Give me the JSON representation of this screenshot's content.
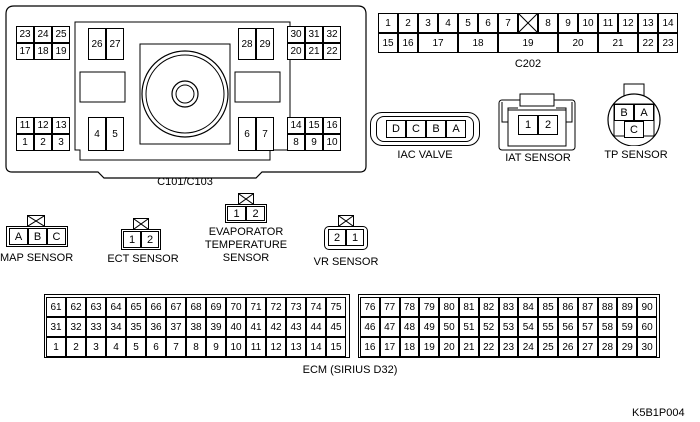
{
  "connectors": {
    "c101_label": "C101/C103",
    "c202_label": "C202",
    "iac_label": "IAC VALVE",
    "iat_label": "IAT SENSOR",
    "tp_label": "TP SENSOR",
    "map_label": "MAP SENSOR",
    "ect_label": "ECT SENSOR",
    "evap_label": "EVAPORATOR\nTEMPERATURE\nSENSOR",
    "vr_label": "VR SENSOR",
    "ecm_label": "ECM (SIRIUS D32)",
    "figure_id": "K5B1P004"
  },
  "c101": {
    "tl_top": [
      "23",
      "24",
      "25"
    ],
    "tl_bot": [
      "17",
      "18",
      "19"
    ],
    "top_mid_left": [
      "26",
      "27"
    ],
    "top_mid_right": [
      "28",
      "29"
    ],
    "tr_top": [
      "30",
      "31",
      "32"
    ],
    "tr_bot": [
      "20",
      "21",
      "22"
    ],
    "bl_top": [
      "11",
      "12",
      "13"
    ],
    "bl_bot": [
      "1",
      "2",
      "3"
    ],
    "bot_mid_left": [
      "4",
      "5"
    ],
    "bot_mid_right": [
      "6",
      "7"
    ],
    "br_top": [
      "14",
      "15",
      "16"
    ],
    "br_bot": [
      "8",
      "9",
      "10"
    ]
  },
  "c202": {
    "top": [
      "1",
      "2",
      "3",
      "4",
      "5",
      "6",
      "7",
      "",
      "8",
      "9",
      "10",
      "11",
      "12",
      "13",
      "14"
    ],
    "bottom": [
      "15",
      "16",
      "17",
      "18",
      "19",
      "20",
      "21",
      "22",
      "23"
    ]
  },
  "iac_pins": [
    "D",
    "C",
    "B",
    "A"
  ],
  "iat_pins": [
    "1",
    "2"
  ],
  "tp_pins": [
    "B",
    "A",
    "C"
  ],
  "map_pins": [
    "A",
    "B",
    "C"
  ],
  "ect_pins": [
    "1",
    "2"
  ],
  "evap_pins": [
    "1",
    "2"
  ],
  "vr_pins": [
    "2",
    "1"
  ],
  "ecm": {
    "left_rows": [
      [
        "61",
        "62",
        "63",
        "64",
        "65",
        "66",
        "67",
        "68",
        "69",
        "70",
        "71",
        "72",
        "73",
        "74",
        "75"
      ],
      [
        "31",
        "32",
        "33",
        "34",
        "35",
        "36",
        "37",
        "38",
        "39",
        "40",
        "41",
        "42",
        "43",
        "44",
        "45"
      ],
      [
        "1",
        "2",
        "3",
        "4",
        "5",
        "6",
        "7",
        "8",
        "9",
        "10",
        "11",
        "12",
        "13",
        "14",
        "15"
      ]
    ],
    "right_rows": [
      [
        "76",
        "77",
        "78",
        "79",
        "80",
        "81",
        "82",
        "83",
        "84",
        "85",
        "86",
        "87",
        "88",
        "89",
        "90"
      ],
      [
        "46",
        "47",
        "48",
        "49",
        "50",
        "51",
        "52",
        "53",
        "54",
        "55",
        "56",
        "57",
        "58",
        "59",
        "60"
      ],
      [
        "16",
        "17",
        "18",
        "19",
        "20",
        "21",
        "22",
        "23",
        "24",
        "25",
        "26",
        "27",
        "28",
        "29",
        "30"
      ]
    ]
  }
}
